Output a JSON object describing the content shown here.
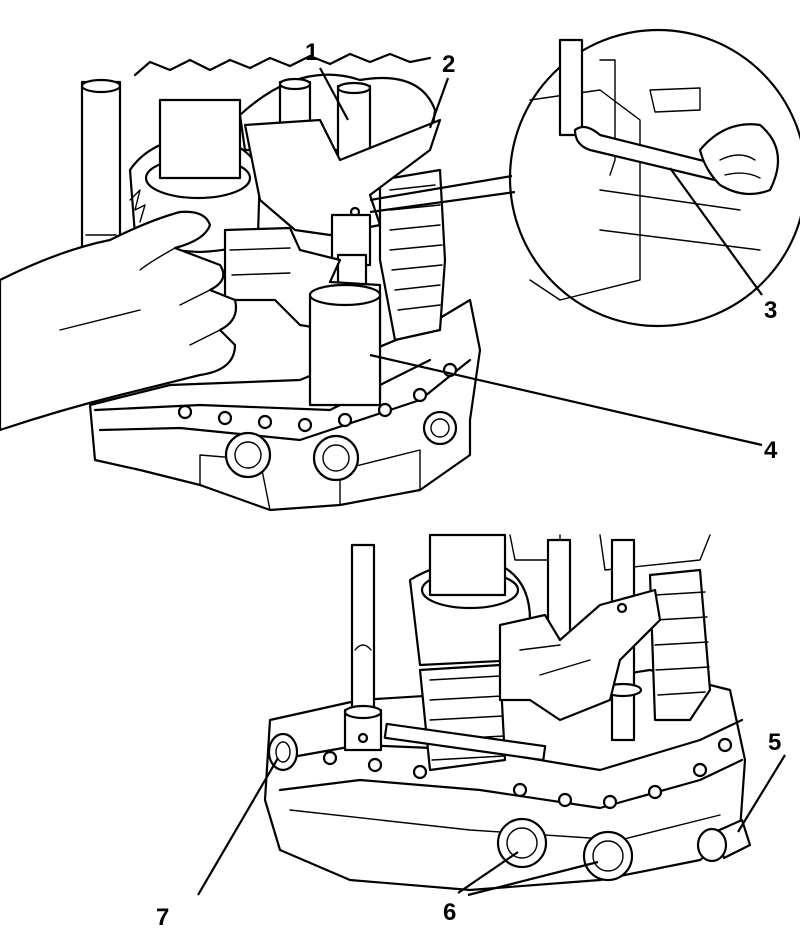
{
  "callouts": {
    "c1": "1",
    "c2": "2",
    "c3": "3",
    "c4": "4",
    "c5": "5",
    "c6": "6",
    "c7": "7"
  },
  "colors": {
    "ink": "#000000",
    "paper": "#ffffff"
  }
}
